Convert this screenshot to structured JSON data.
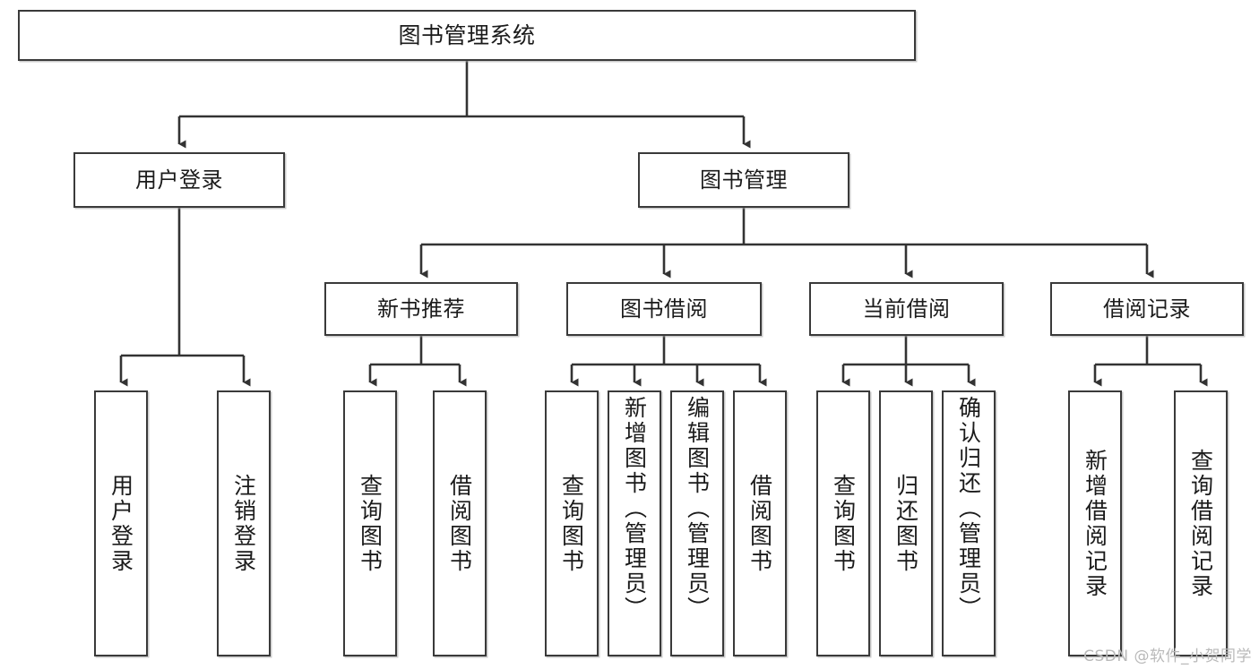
{
  "diagram": {
    "title": "图书管理系统",
    "type": "功能结构图",
    "watermark": "CSDN @软件_小贺同学",
    "colors": {
      "box_border": "#3a3a3a",
      "box_fill": "#ffffff",
      "connector": "#333333",
      "text": "#1b1b1b",
      "watermark": "#b9b9b9",
      "background": "#ffffff"
    },
    "root": {
      "label": "图书管理系统"
    },
    "level2": [
      {
        "label": "用户登录"
      },
      {
        "label": "图书管理"
      }
    ],
    "level3": [
      {
        "label": "新书推荐"
      },
      {
        "label": "图书借阅"
      },
      {
        "label": "当前借阅"
      },
      {
        "label": "借阅记录"
      }
    ],
    "leaves": {
      "user_login": [
        {
          "label": "用户登录"
        },
        {
          "label": "注销登录"
        }
      ],
      "new_book_recommend": [
        {
          "label": "查询图书"
        },
        {
          "label": "借阅图书"
        }
      ],
      "book_borrow": [
        {
          "label": "查询图书"
        },
        {
          "label": "新增图书（管理员）"
        },
        {
          "label": "编辑图书（管理员）"
        },
        {
          "label": "借阅图书"
        }
      ],
      "current_borrow": [
        {
          "label": "查询图书"
        },
        {
          "label": "归还图书"
        },
        {
          "label": "确认归还（管理员）"
        }
      ],
      "borrow_record": [
        {
          "label": "新增借阅记录"
        },
        {
          "label": "查询借阅记录"
        }
      ]
    }
  }
}
